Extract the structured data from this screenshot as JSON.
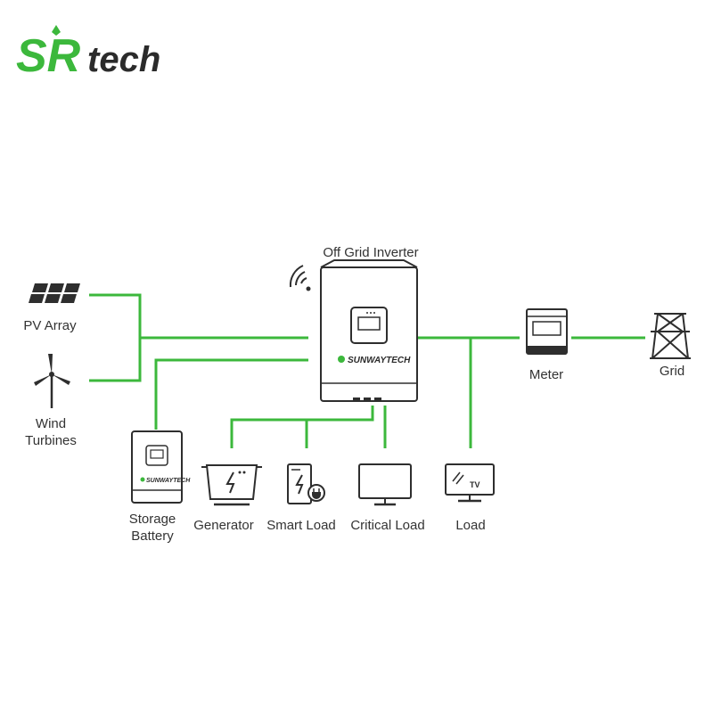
{
  "logo": {
    "mark": "SR",
    "text": "tech",
    "brand_color": "#3cb83c"
  },
  "diagram": {
    "inverter_title": "Off Grid Inverter",
    "inverter_brand": "SUNWAYTECH",
    "battery_brand": "SUNWAYTECH",
    "tv_text": "TV",
    "labels": {
      "pv_array": "PV Array",
      "wind_line1": "Wind",
      "wind_line2": "Turbines",
      "battery_line1": "Storage",
      "battery_line2": "Battery",
      "generator": "Generator",
      "smart_load": "Smart Load",
      "critical_load": "Critical Load",
      "load": "Load",
      "meter": "Meter",
      "grid": "Grid"
    },
    "colors": {
      "wire": "#3cb83c",
      "ink": "#2e2e2e",
      "text": "#333333"
    }
  }
}
